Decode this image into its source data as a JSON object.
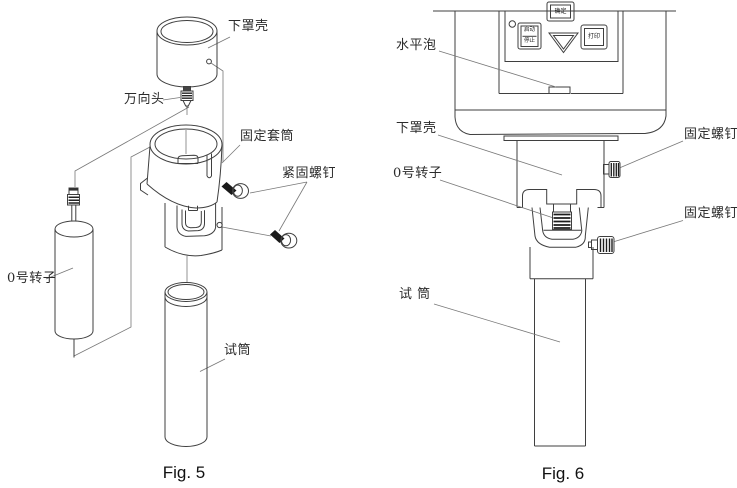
{
  "colors": {
    "background": "#ffffff",
    "main_line": "#3f3f3f",
    "thin_line": "#777777",
    "dark_fill": "#1a1a1a"
  },
  "figure5": {
    "caption": "Fig. 5",
    "labels": {
      "lower_cover": "下罩壳",
      "universal_head": "万向头",
      "fixed_sleeve": "固定套筒",
      "fastening_screw": "紧固螺钉",
      "rotor_0": "0号转子",
      "test_cylinder": "试筒"
    }
  },
  "figure6": {
    "caption": "Fig. 6",
    "labels": {
      "level_bubble": "水平泡",
      "lower_cover": "下罩壳",
      "rotor_0": "0号转子",
      "fixing_screw_upper": "固定螺钉",
      "fixing_screw_lower": "固定螺钉",
      "test_cylinder": "试 筒"
    },
    "panel_buttons": {
      "confirm": "确定",
      "start": "启动",
      "stop": "停止",
      "print": "打印"
    }
  }
}
